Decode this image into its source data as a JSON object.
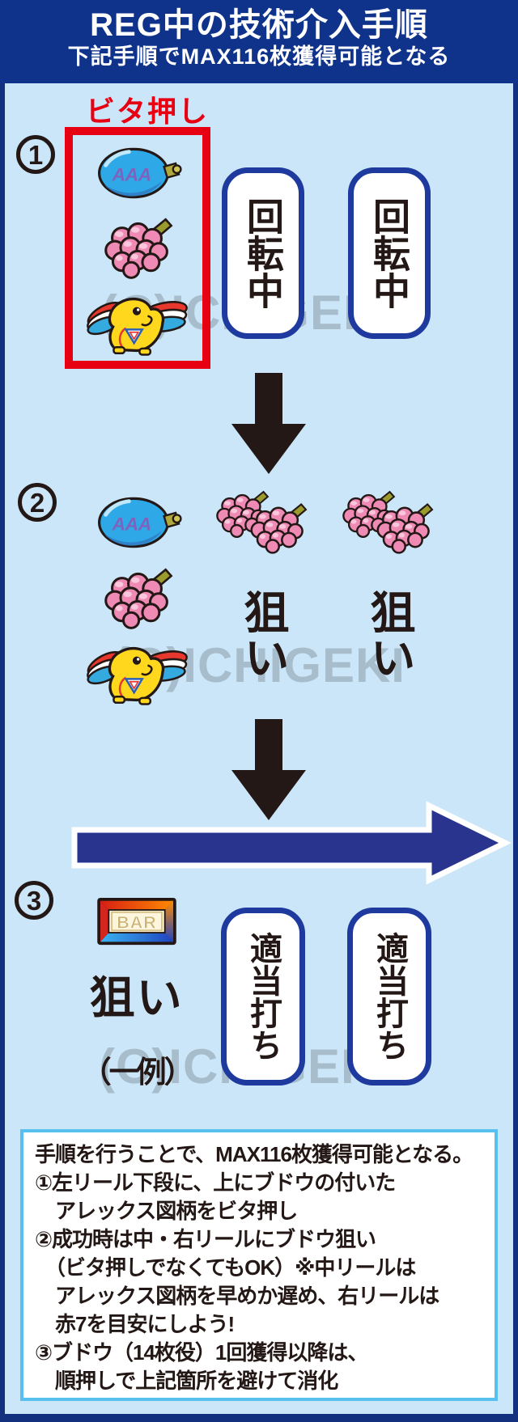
{
  "header": {
    "title": "REG中の技術介入手順",
    "subtitle": "下記手順でMAX116枚獲得可能となる"
  },
  "bita_oshi_label": "ビタ押し",
  "watermark": {
    "text": "(C)ICHIGEKI"
  },
  "steps": [
    {
      "number": "1",
      "grid": {
        "cells": [
          [
            "alex-symbol",
            "",
            ""
          ],
          [
            "grapes-symbol",
            "",
            ""
          ],
          [
            "bird-symbol",
            "",
            ""
          ]
        ],
        "overlays": [
          {
            "col": 2,
            "text": "回転中",
            "style": "rect"
          },
          {
            "col": 3,
            "text": "回転中",
            "style": "rect"
          }
        ],
        "left_column_highlight": true
      }
    },
    {
      "number": "2",
      "grid": {
        "cells": [
          [
            "alex-symbol",
            "grapes-double-symbol",
            "grapes-double-symbol"
          ],
          [
            "grapes-symbol",
            "",
            ""
          ],
          [
            "bird-symbol",
            "",
            ""
          ]
        ],
        "overlays": [
          {
            "col": 2,
            "text": "狙い",
            "style": "plain"
          },
          {
            "col": 3,
            "text": "狙い",
            "style": "plain"
          }
        ],
        "left_column_highlight": false
      }
    },
    {
      "number": "3",
      "grid": {
        "cells": [
          [
            "bar-symbol",
            "",
            ""
          ],
          [
            "text:狙い",
            "",
            ""
          ],
          [
            "text:（一例）",
            "",
            ""
          ]
        ],
        "overlays": [
          {
            "col": 2,
            "text": "適当打ち",
            "style": "rect"
          },
          {
            "col": 3,
            "text": "適当打ち",
            "style": "rect"
          }
        ],
        "left_column_highlight": false
      }
    }
  ],
  "footnote": {
    "lines": [
      "手順を行うことで、MAX116枚獲得可能となる。",
      "①左リール下段に、上にブドウの付いた",
      "　アレックス図柄をビタ押し",
      "②成功時は中・右リールにブドウ狙い",
      "　（ビタ押しでなくてもOK）※中リールは",
      "　アレックス図柄を早めか遅め、右リールは",
      "　赤7を目安にしよう!",
      "③ブドウ（14枚役）1回獲得以降は、",
      "　順押しで上記箇所を避けて消化"
    ]
  },
  "colors": {
    "frame_navy": "#12307e",
    "header_navy": "#0f338a",
    "content_blue": "#cbe6f8",
    "accent_red": "#e60012",
    "rect_border_blue": "#1e3a9e",
    "arrow_navy": "#28348d",
    "grid_black": "#231815",
    "watermark_gray": "#d2d2d2",
    "infobox_border": "#58c0ee"
  }
}
